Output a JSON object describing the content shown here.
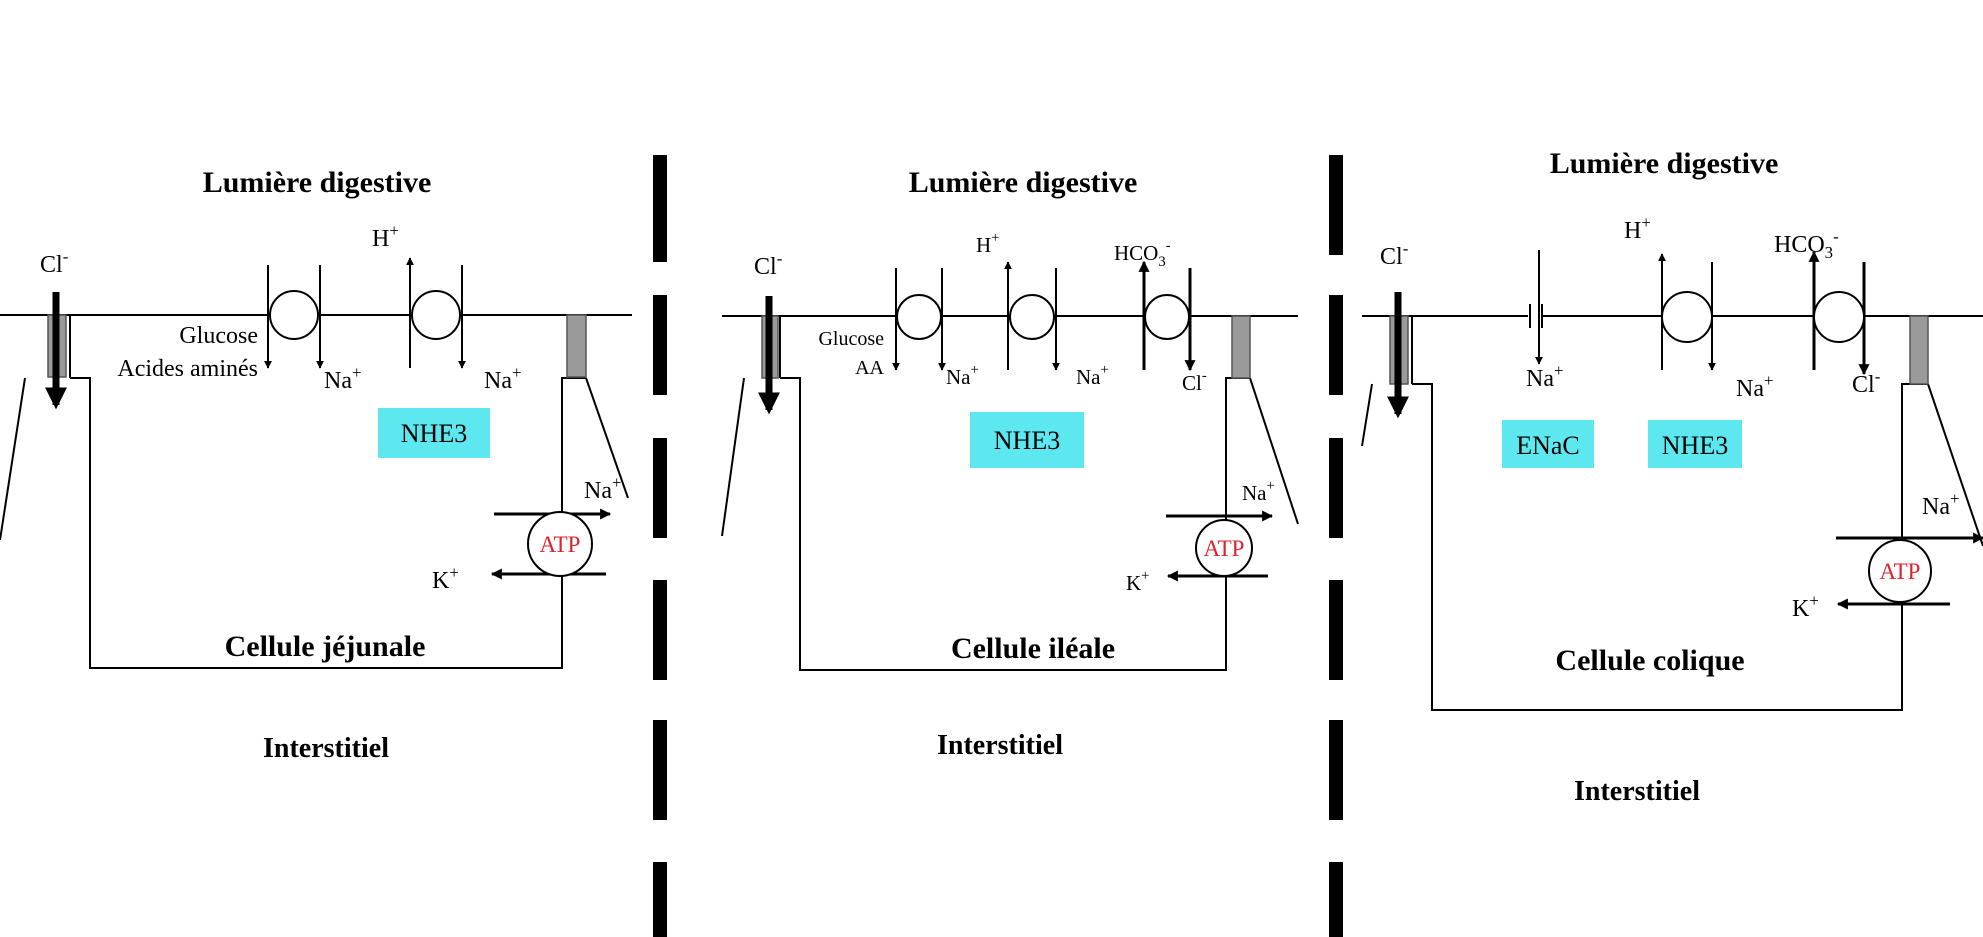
{
  "colors": {
    "channel_box": "#5de8f0",
    "atp_text": "#e0202a",
    "atp_circle": "#ffffff",
    "line": "#000000"
  },
  "panels": [
    {
      "lumen_title": "Lumière digestive",
      "cell_name": "Cellule jéjunale",
      "interstitium": "Interstitiel",
      "chloride": "Cl-",
      "proton": "H+",
      "substrates_1": "Glucose",
      "substrates_2": "Acides aminés",
      "sodium_1": "Na+",
      "sodium_2": "Na+",
      "channel_box_1": "NHE3",
      "pump_sodium": "Na+",
      "pump_potassium": "K+",
      "pump_label": "ATP"
    },
    {
      "lumen_title": "Lumière digestive",
      "cell_name": "Cellule iléale",
      "interstitium": "Interstitiel",
      "chloride": "Cl-",
      "proton": "H+",
      "bicarbonate": "HCO3-",
      "substrates_1": "Glucose",
      "substrates_2": "AA",
      "sodium_1": "Na+",
      "sodium_2": "Na+",
      "chloride_2": "Cl-",
      "channel_box_1": "NHE3",
      "pump_sodium": "Na+",
      "pump_potassium": "K+",
      "pump_label": "ATP"
    },
    {
      "lumen_title": "Lumière digestive",
      "cell_name": "Cellule colique",
      "interstitium": "Interstitiel",
      "chloride": "Cl-",
      "proton": "H+",
      "bicarbonate": "HCO3-",
      "sodium_1": "Na+",
      "sodium_2": "Na+",
      "chloride_2": "Cl-",
      "channel_box_1": "ENaC",
      "channel_box_2": "NHE3",
      "pump_sodium": "Na+",
      "pump_potassium": "K+",
      "pump_label": "ATP"
    }
  ]
}
